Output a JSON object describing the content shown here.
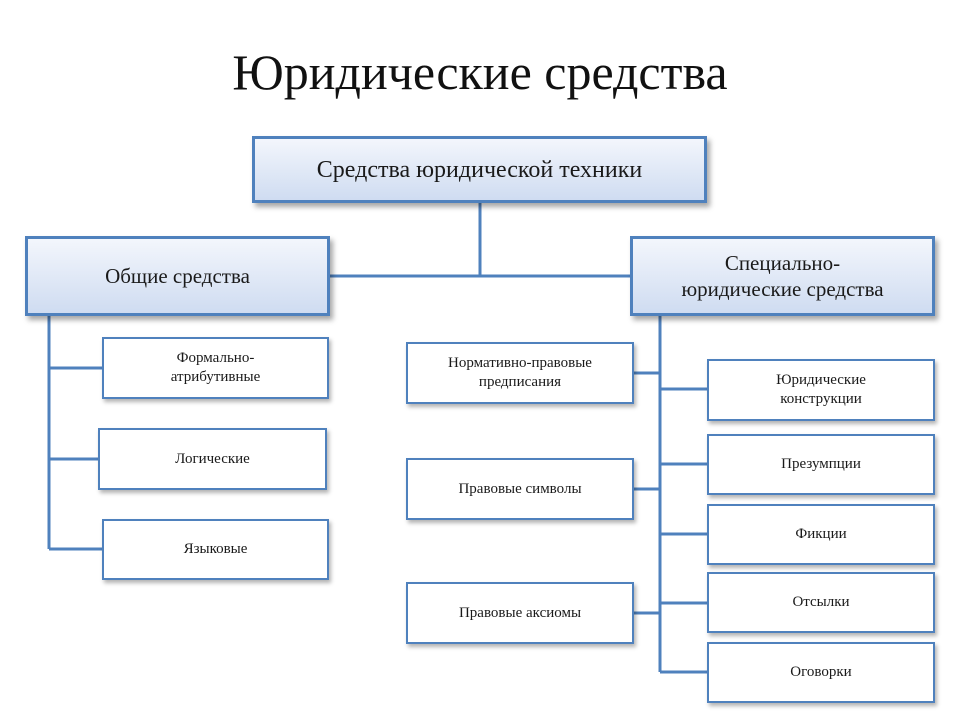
{
  "title": "Юридические средства",
  "root": {
    "label": "Средства юридической техники"
  },
  "general": {
    "label": "Общие средства",
    "children": [
      "Формально-\nатрибутивные",
      "Логические",
      "Языковые"
    ]
  },
  "special": {
    "label": "Специально-\nюридические  средства",
    "left_children": [
      "Нормативно-правовые\nпредписания",
      "Правовые символы",
      "Правовые аксиомы"
    ],
    "right_children": [
      "Юридические\nконструкции",
      "Презумпции",
      "Фикции",
      "Отсылки",
      "Оговорки"
    ]
  },
  "colors": {
    "connector": "#4f81bd",
    "box_border": "#4f81bd",
    "box_fill_top": "#f3f6fc",
    "box_fill_bottom": "#cfdcf1"
  }
}
